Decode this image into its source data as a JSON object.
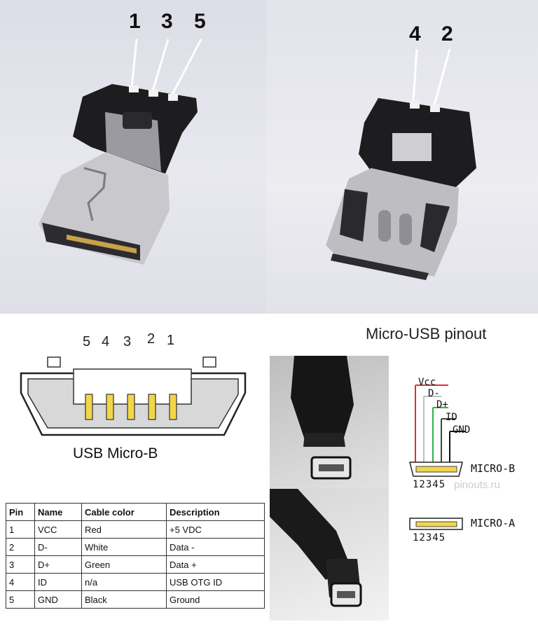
{
  "top_left": {
    "pins": [
      "1",
      "3",
      "5"
    ]
  },
  "top_right": {
    "pins": [
      "4",
      "2"
    ]
  },
  "micro_b": {
    "pin_numbers": [
      "5",
      "4",
      "3",
      "2",
      "1"
    ],
    "label": "USB Micro-B"
  },
  "pinout": {
    "title": "Micro-USB pinout",
    "signals": [
      "Vcc",
      "D-",
      "D+",
      "ID",
      "GND"
    ],
    "micro_b_label": "MICRO-B",
    "micro_a_label": "MICRO-A",
    "pin_digits": "12345",
    "watermark": "pinouts.ru",
    "wire_colors": [
      "#e0302a",
      "#bdbdbd",
      "#2bb34a",
      "#444444",
      "#111111"
    ]
  },
  "table": {
    "headers": [
      "Pin",
      "Name",
      "Cable color",
      "Description"
    ],
    "rows": [
      [
        "1",
        "VCC",
        "Red",
        "+5 VDC"
      ],
      [
        "2",
        "D-",
        "White",
        "Data -"
      ],
      [
        "3",
        "D+",
        "Green",
        "Data +"
      ],
      [
        "4",
        "ID",
        "n/a",
        "USB OTG ID"
      ],
      [
        "5",
        "GND",
        "Black",
        "Ground"
      ]
    ]
  }
}
